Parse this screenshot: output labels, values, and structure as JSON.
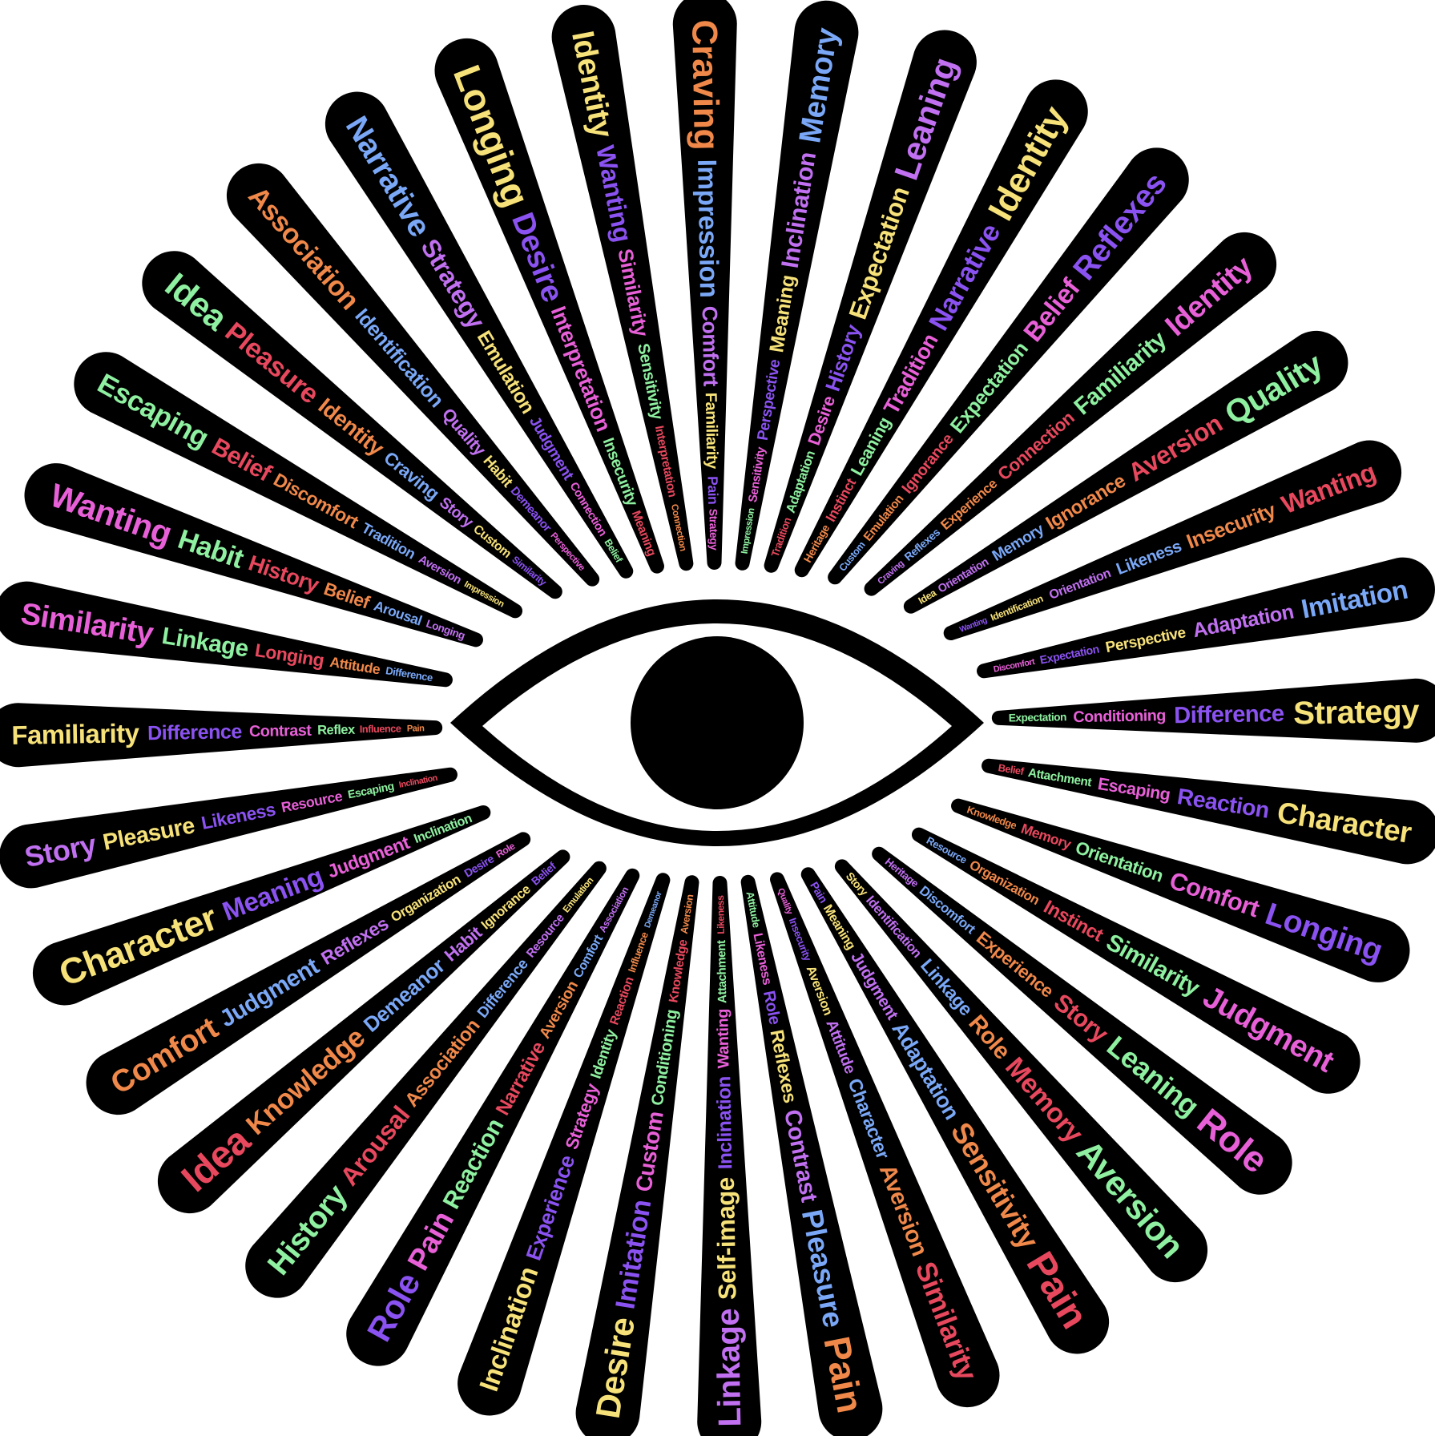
{
  "artwork": {
    "subject": "eye",
    "palette": [
      "#e860d8",
      "#f0884a",
      "#f7e27a",
      "#8ef0a0",
      "#7aa8f7",
      "#8a52f0",
      "#e8485e",
      "#c070f0"
    ],
    "ray_color": "#000000",
    "background": "#ffffff"
  },
  "rays": [
    {
      "words": [
        "Strategy",
        "Pain",
        "Familiarity",
        "Comfort",
        "Impression",
        "Craving"
      ]
    },
    {
      "words": [
        "Impression",
        "Sensitivity",
        "Perspective",
        "Meaning",
        "Inclination",
        "Memory"
      ]
    },
    {
      "words": [
        "Tradition",
        "Adaptation",
        "Desire",
        "History",
        "Expectation",
        "Leaning"
      ]
    },
    {
      "words": [
        "Heritage",
        "Instinct",
        "Leaning",
        "Tradition",
        "Narrative",
        "Identity"
      ]
    },
    {
      "words": [
        "Custom",
        "Emulation",
        "Ignorance",
        "Expectation",
        "Belief",
        "Reflexes"
      ]
    },
    {
      "words": [
        "Craving",
        "Reflexes",
        "Experience",
        "Connection",
        "Familiarity",
        "Identity"
      ]
    },
    {
      "words": [
        "Idea",
        "Orientation",
        "Memory",
        "Ignorance",
        "Aversion",
        "Quality"
      ]
    },
    {
      "words": [
        "Wanting",
        "Identification",
        "Orientation",
        "Likeness",
        "Insecurity",
        "Wanting"
      ]
    },
    {
      "words": [
        "Discomfort",
        "Expectation",
        "Perspective",
        "Adaptation",
        "Imitation"
      ]
    },
    {
      "words": [
        "Expectation",
        "Conditioning",
        "Difference",
        "Strategy"
      ]
    },
    {
      "words": [
        "Belief",
        "Attachment",
        "Escaping",
        "Reaction",
        "Character"
      ]
    },
    {
      "words": [
        "Knowledge",
        "Memory",
        "Orientation",
        "Comfort",
        "Longing"
      ]
    },
    {
      "words": [
        "Resource",
        "Organization",
        "Instinct",
        "Similarity",
        "Judgment"
      ]
    },
    {
      "words": [
        "Heritage",
        "Discomfort",
        "Experience",
        "Story",
        "Leaning",
        "Role"
      ]
    },
    {
      "words": [
        "Story",
        "Identification",
        "Linkage",
        "Role",
        "Memory",
        "Aversion"
      ]
    },
    {
      "words": [
        "Pain",
        "Meaning",
        "Judgment",
        "Adaptation",
        "Sensitivity",
        "Pain"
      ]
    },
    {
      "words": [
        "Quality",
        "Insecurity",
        "Aversion",
        "Attitude",
        "Character",
        "Aversion",
        "Similarity"
      ]
    },
    {
      "words": [
        "Attitude",
        "Likeness",
        "Role",
        "Reflexes",
        "Contrast",
        "Pleasure",
        "Pain"
      ]
    },
    {
      "words": [
        "Likeness",
        "Attachment",
        "Wanting",
        "Inclination",
        "Self-image",
        "Linkage"
      ]
    },
    {
      "words": [
        "Aversion",
        "Knowledge",
        "Conditioning",
        "Custom",
        "Imitation",
        "Desire"
      ]
    },
    {
      "words": [
        "Demeanor",
        "Influence",
        "Reaction",
        "Identity",
        "Strategy",
        "Experience",
        "Inclination"
      ]
    },
    {
      "words": [
        "Association",
        "Comfort",
        "Aversion",
        "Narrative",
        "Reaction",
        "Pain",
        "Role"
      ]
    },
    {
      "words": [
        "Emulation",
        "Resource",
        "Difference",
        "Association",
        "Arousal",
        "History"
      ]
    },
    {
      "words": [
        "Belief",
        "Ignorance",
        "Habit",
        "Demeanor",
        "Knowledge",
        "Idea"
      ]
    },
    {
      "words": [
        "Role",
        "Desire",
        "Organization",
        "Reflexes",
        "Judgment",
        "Comfort"
      ]
    },
    {
      "words": [
        "Inclination",
        "Judgment",
        "Meaning",
        "Character"
      ]
    },
    {
      "words": [
        "Inclination",
        "Escaping",
        "Resource",
        "Likeness",
        "Pleasure",
        "Story"
      ]
    },
    {
      "words": [
        "Pain",
        "Influence",
        "Reflex",
        "Contrast",
        "Difference",
        "Familiarity"
      ]
    },
    {
      "words": [
        "Difference",
        "Attitude",
        "Longing",
        "Linkage",
        "Similarity"
      ]
    },
    {
      "words": [
        "Longing",
        "Arousal",
        "Belief",
        "History",
        "Habit",
        "Wanting"
      ]
    },
    {
      "words": [
        "Impression",
        "Aversion",
        "Tradition",
        "Discomfort",
        "Belief",
        "Escaping"
      ]
    },
    {
      "words": [
        "Similarity",
        "Custom",
        "Story",
        "Craving",
        "Identity",
        "Pleasure",
        "Idea"
      ]
    },
    {
      "words": [
        "Perspective",
        "Demeanor",
        "Habit",
        "Quality",
        "Identification",
        "Association"
      ]
    },
    {
      "words": [
        "Belief",
        "Connection",
        "Judgment",
        "Emulation",
        "Strategy",
        "Narrative"
      ]
    },
    {
      "words": [
        "Meaning",
        "Insecurity",
        "Interpretation",
        "Desire",
        "Longing"
      ]
    },
    {
      "words": [
        "Connection",
        "Interpretation",
        "Sensitivity",
        "Similarity",
        "Wanting",
        "Identity"
      ]
    }
  ]
}
